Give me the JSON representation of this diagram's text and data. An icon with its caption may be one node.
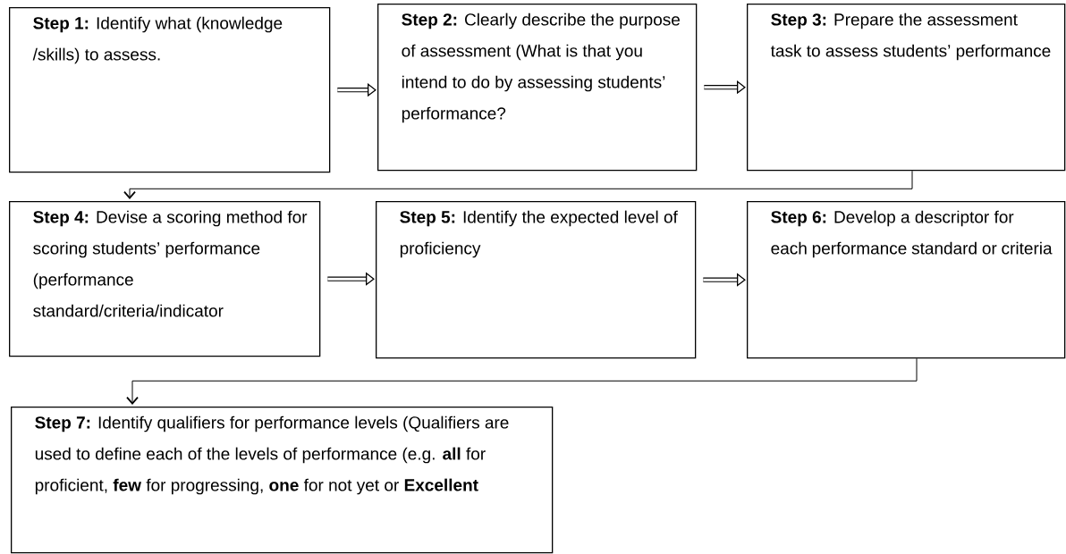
{
  "diagram": {
    "nodes": [
      {
        "text": [
          "**Step 1:** Identify what (knowledge /skills) to assess."
        ]
      },
      {
        "text": [
          "**Step 2:** Clearly describe the purpose of assessment (What is that you intend to do by assessing students’ performance?"
        ]
      },
      {
        "text": [
          "**Step 3:** Prepare the assessment task to assess students’ performance"
        ]
      },
      {
        "text": [
          "**Step 4:** Devise a scoring method for scoring students’ performance (performance standard/criteria/indicator"
        ]
      },
      {
        "text": [
          "**Step 5:** Identify the expected level of proficiency"
        ]
      },
      {
        "text": [
          "**Step 6:** Develop a descriptor for each performance standard or criteria"
        ]
      },
      {
        "text": [
          "**Step 7:** Identify qualifiers for performance levels (Qualifiers are used to define each of the levels of performance (e.g.  **all** for proficient, **few** for progressing, **one** for not yet or **Excellent**"
        ]
      }
    ],
    "edges": [
      {
        "from": 0,
        "to": 1,
        "arrow": "to"
      },
      {
        "from": 1,
        "to": 2,
        "arrow": "to"
      },
      {
        "from": 2,
        "to": 3,
        "arrow": "to"
      },
      {
        "from": 3,
        "to": 4,
        "arrow": "to"
      },
      {
        "from": 4,
        "to": 5,
        "arrow": "to"
      },
      {
        "from": 5,
        "to": 6,
        "arrow": "to"
      }
    ]
  }
}
